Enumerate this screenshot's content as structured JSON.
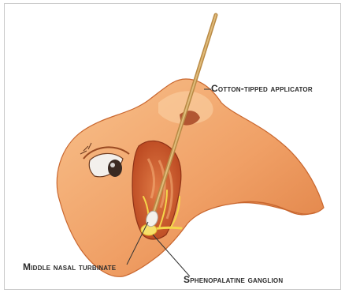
{
  "labels": {
    "cotton_tipped_applicator": "Cotton-tipped applicator",
    "middle_nasal_turbinate": "Middle nasal turbinate",
    "sphenopalatine_ganglion": "Sphenopalatine ganglion"
  },
  "colors": {
    "skin_light": "#f6b27a",
    "skin_mid": "#ec8f52",
    "skin_shadow": "#d9743b",
    "nasal_cavity": "#c8552c",
    "nerve": "#f4d64a",
    "applicator_stick": "#c89a55",
    "leader_line": "#333333"
  }
}
